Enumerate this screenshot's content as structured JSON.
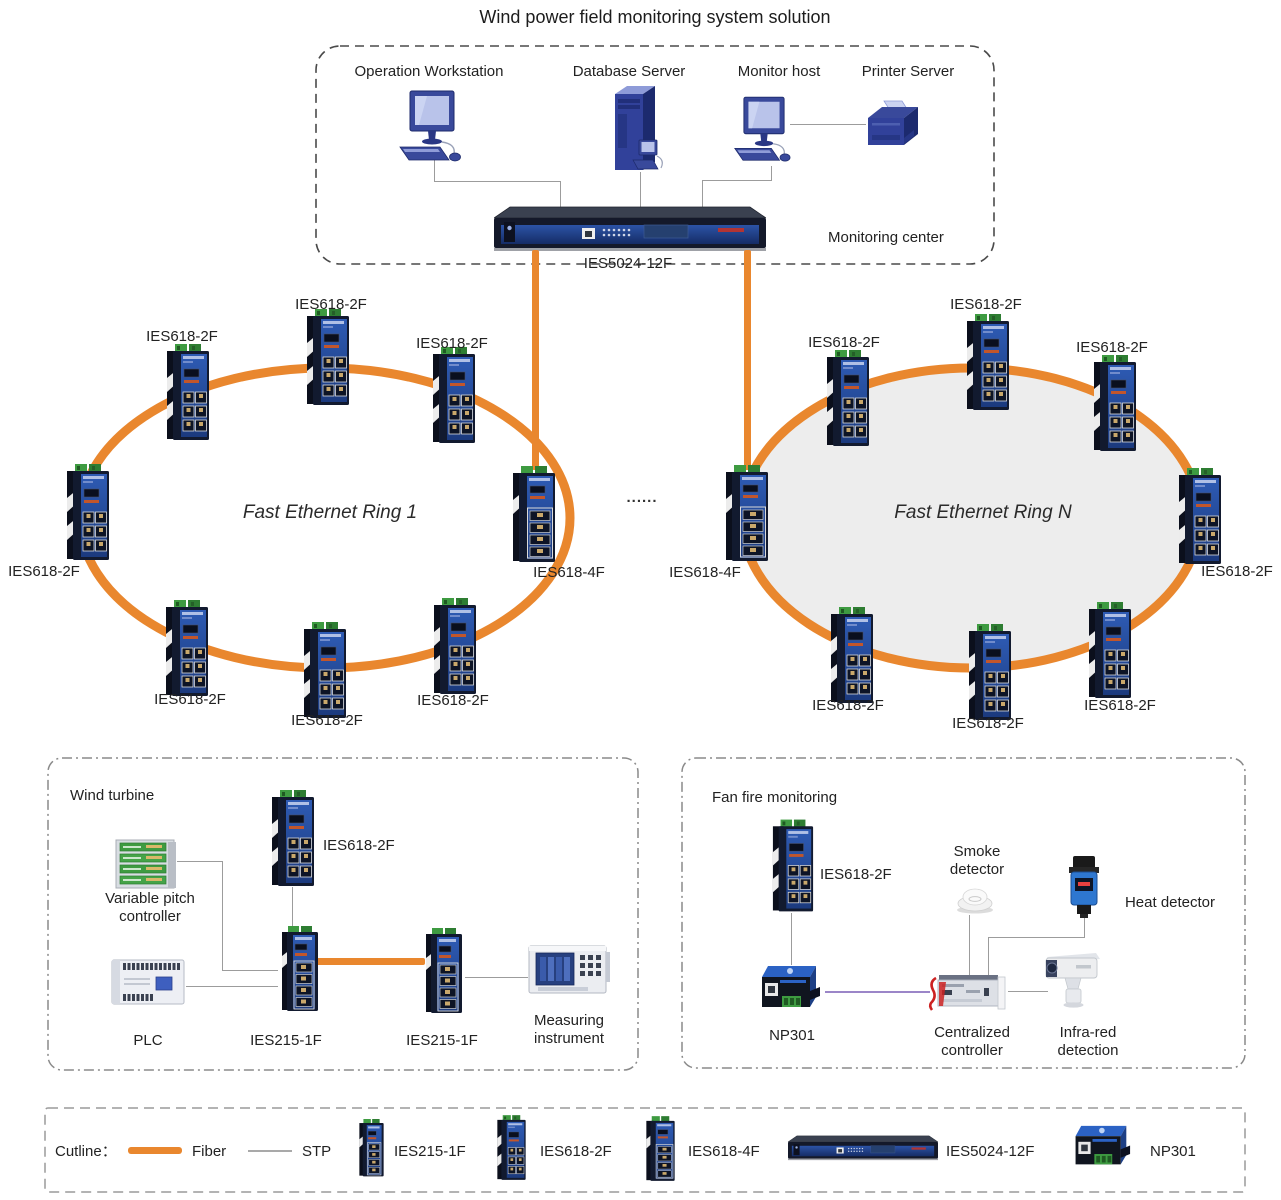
{
  "title": "Wind power field monitoring system solution",
  "monitoring_center": {
    "panel_label": "Monitoring center",
    "workstation": "Operation Workstation",
    "database": "Database Server",
    "monitor_host": "Monitor host",
    "printer": "Printer Server",
    "core_switch": "IES5024-12F"
  },
  "rings": {
    "separator": "......",
    "ring1": {
      "title": "Fast Ethernet Ring 1",
      "nodes": [
        "IES618-2F",
        "IES618-2F",
        "IES618-2F",
        "IES618-2F",
        "IES618-4F",
        "IES618-2F",
        "IES618-2F",
        "IES618-2F"
      ]
    },
    "ringN": {
      "title": "Fast Ethernet Ring N",
      "nodes": [
        "IES618-4F",
        "IES618-2F",
        "IES618-2F",
        "IES618-2F",
        "IES618-2F",
        "IES618-2F",
        "IES618-2F",
        "IES618-2F"
      ]
    }
  },
  "wind_turbine": {
    "title": "Wind turbine",
    "vpc": "Variable pitch controller",
    "plc": "PLC",
    "switch_top": "IES618-2F",
    "switch_left": "IES215-1F",
    "switch_right": "IES215-1F",
    "measuring": "Measuring instrument"
  },
  "fan_fire": {
    "title": "Fan fire monitoring",
    "switch": "IES618-2F",
    "smoke": "Smoke detector",
    "heat": "Heat detector",
    "np301": "NP301",
    "controller": "Centralized controller",
    "infrared": "Infra-red detection"
  },
  "legend": {
    "cutline": "Cutline：",
    "fiber": "Fiber",
    "stp": "STP",
    "items": [
      "IES215-1F",
      "IES618-2F",
      "IES618-4F",
      "IES5024-12F",
      "NP301"
    ]
  },
  "colors": {
    "fiber": "#E9872E",
    "stp": "#9C9C9C",
    "serial": "#9B86C8",
    "ring_n_fill": "#EDEDED"
  }
}
